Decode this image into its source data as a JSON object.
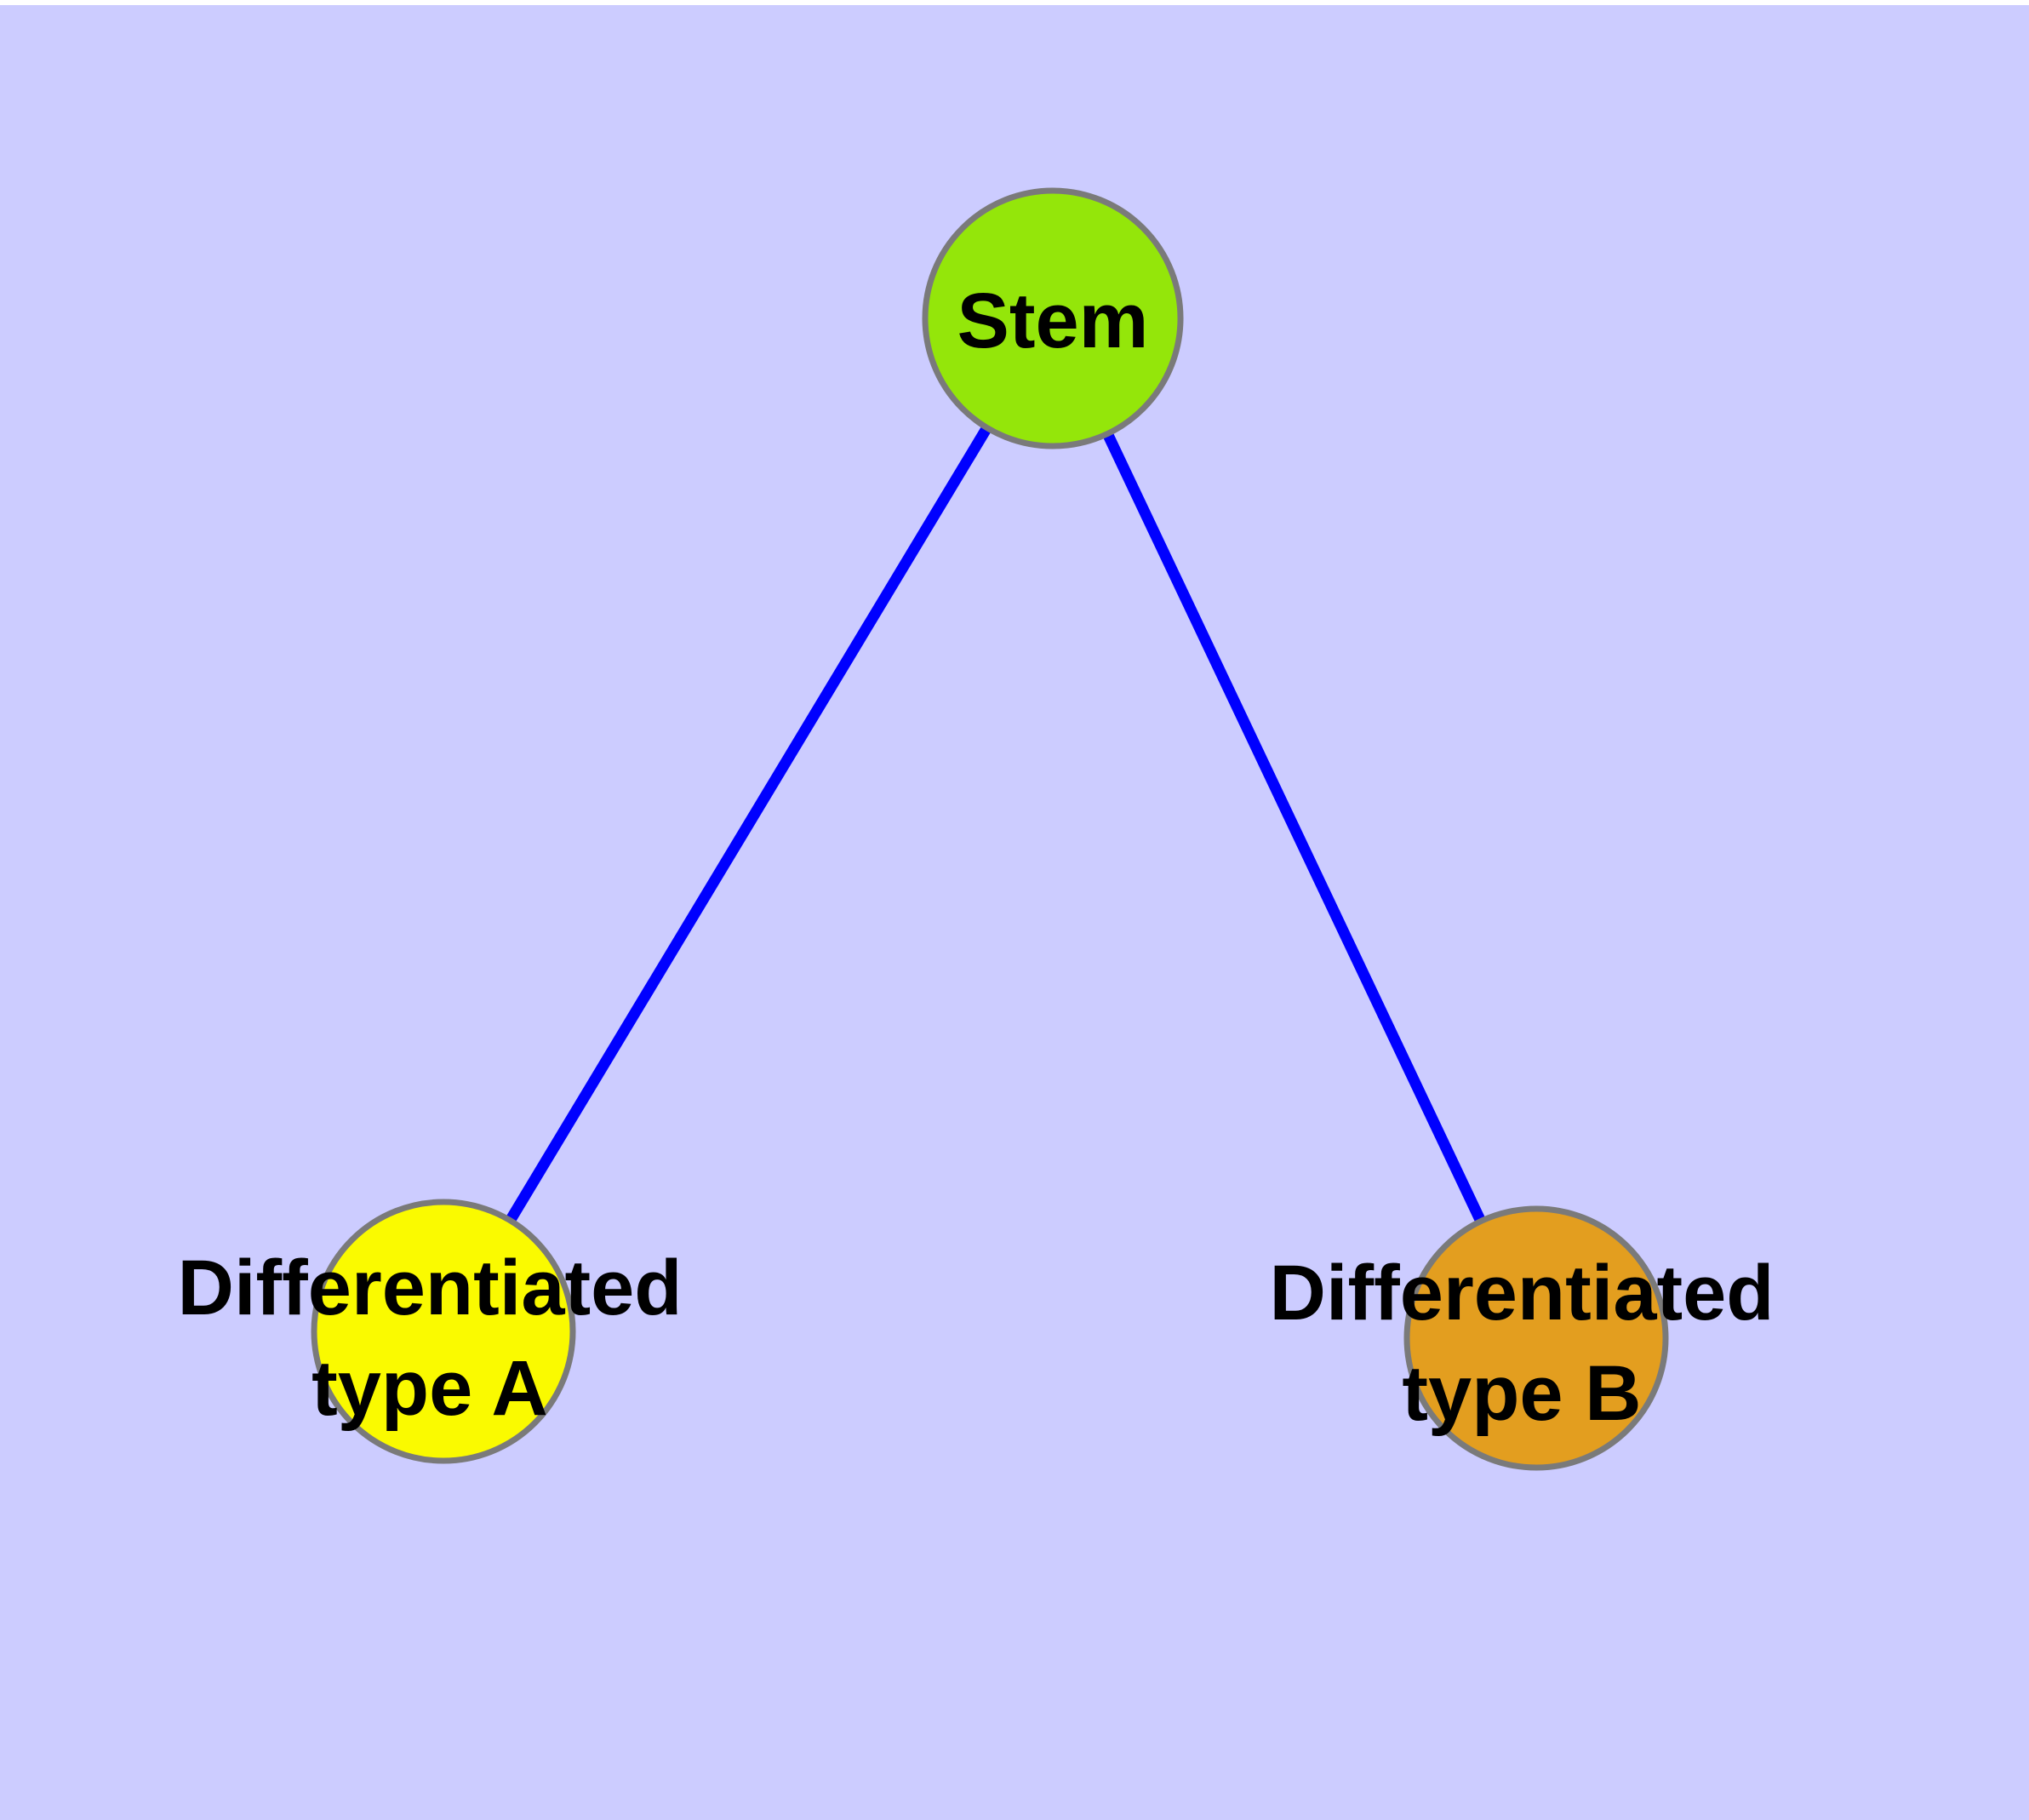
{
  "diagram": {
    "type": "node-link-graph",
    "style": {
      "background_color": "#CCCCFF",
      "page_margin_color": "#FFFFFF",
      "edge_color": "#0000FF",
      "node_border_color": "#7A7A7A",
      "label_color": "#000000"
    },
    "nodes": [
      {
        "id": "stem",
        "label": "Stem",
        "label_lines": [
          "Stem"
        ],
        "fill": "#94E60A"
      },
      {
        "id": "differentiated-type-a",
        "label": "Differentiated type A",
        "label_lines": [
          "Differentiated",
          "type A"
        ],
        "fill": "#FAFA00"
      },
      {
        "id": "differentiated-type-b",
        "label": "Differentiated type B",
        "label_lines": [
          "Differentiated",
          "type B"
        ],
        "fill": "#E39E1F"
      }
    ],
    "edges": [
      {
        "from": "stem",
        "to": "differentiated-type-a"
      },
      {
        "from": "stem",
        "to": "differentiated-type-b"
      }
    ]
  }
}
